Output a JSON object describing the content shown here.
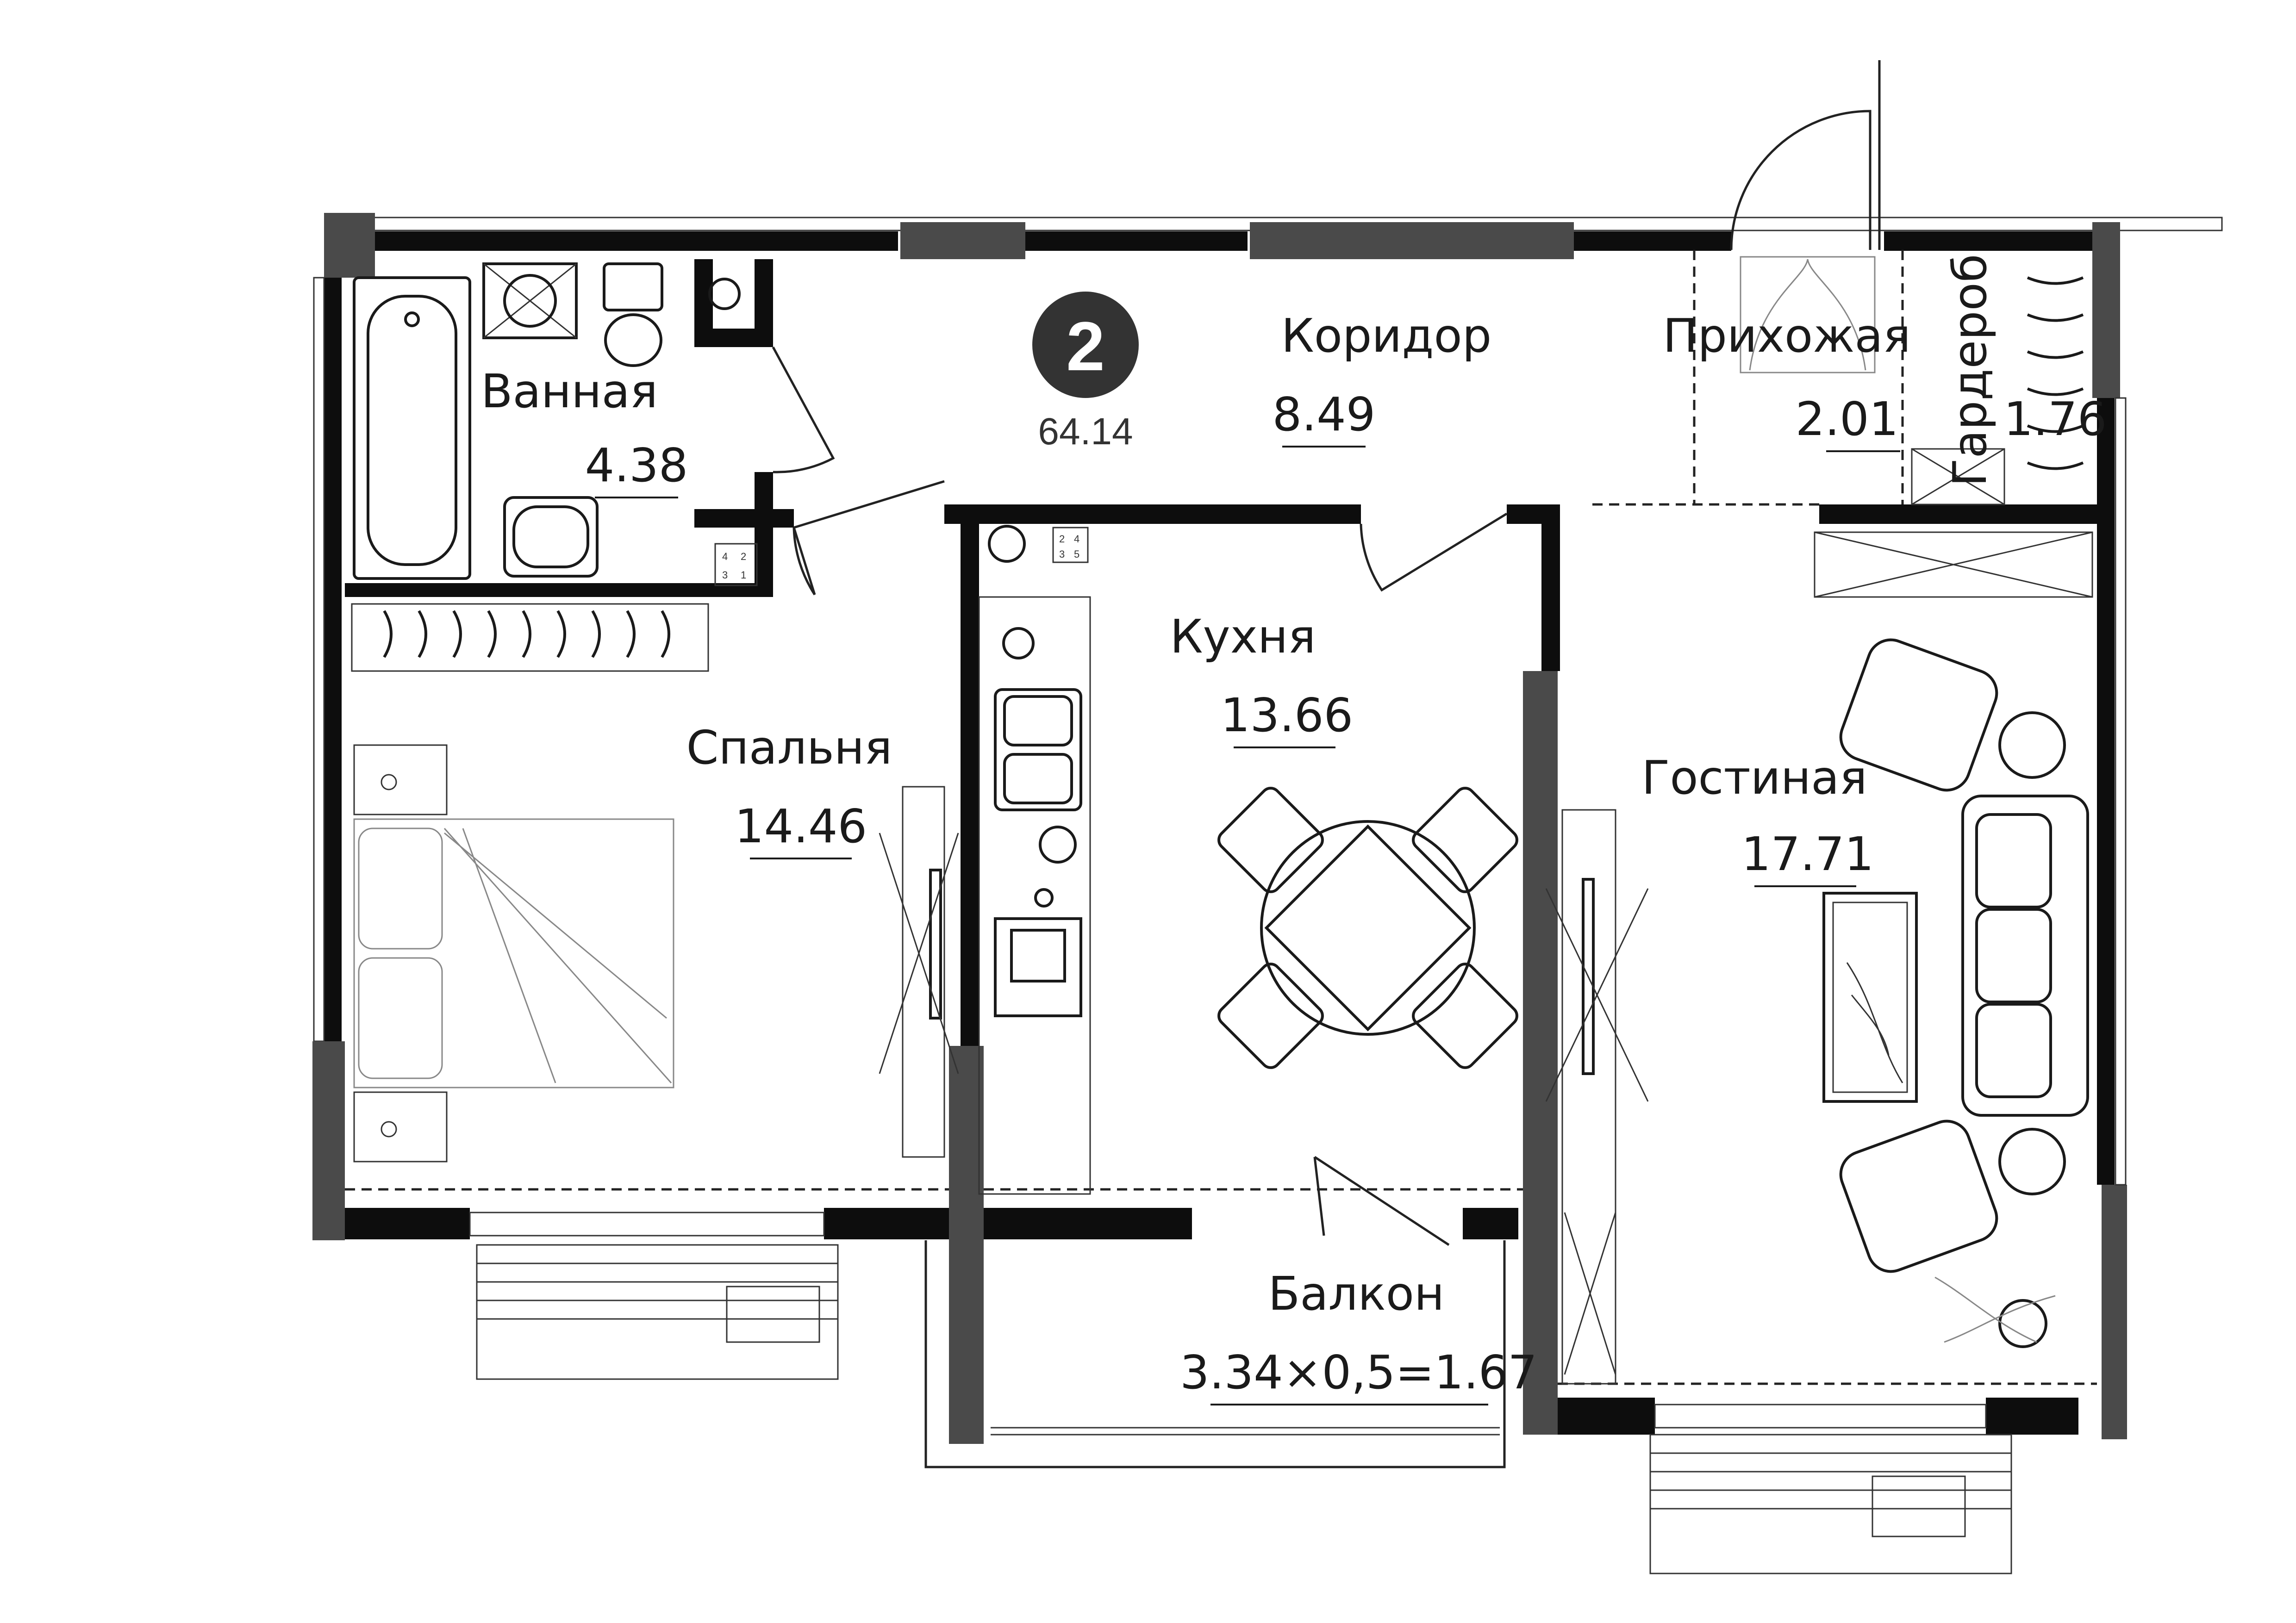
{
  "apartment": {
    "rooms_count": "2",
    "total_area": "64.14"
  },
  "rooms": {
    "bathroom": {
      "name": "Ванная",
      "area": "4.38"
    },
    "corridor": {
      "name": "Коридор",
      "area": "8.49"
    },
    "hallway": {
      "name": "Прихожая",
      "area": "2.01"
    },
    "wardrobe": {
      "name": "Гардероб",
      "area": "1.76"
    },
    "kitchen": {
      "name": "Кухня",
      "area": "13.66"
    },
    "bedroom": {
      "name": "Спальня",
      "area": "14.46"
    },
    "living": {
      "name": "Гостиная",
      "area": "17.71"
    },
    "balcony": {
      "name": "Балкон",
      "area": "3.34×0,5=1.67"
    }
  },
  "fixtures": {
    "meter_box_a": [
      "4",
      "2",
      "3",
      "1"
    ],
    "meter_box_b": [
      "2",
      "4",
      "3",
      "5"
    ]
  },
  "colors": {
    "wall": "#0d0d0d",
    "wall_gray": "#4a4a4a",
    "badge": "#333333",
    "text": "#1a1a1a"
  }
}
